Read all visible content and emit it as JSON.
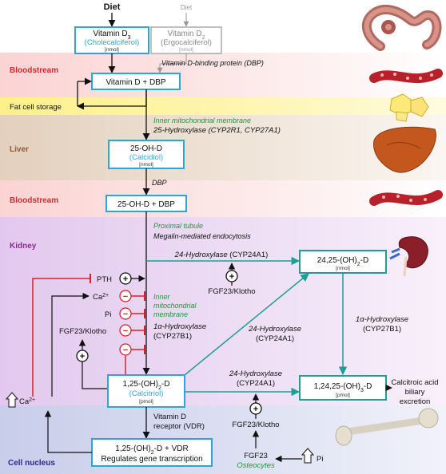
{
  "bands": {
    "bloodstream1": "Bloodstream",
    "fat": "Fat cell storage",
    "liver": "Liver",
    "bloodstream2": "Bloodstream",
    "kidney": "Kidney",
    "nucleus": "Cell nucleus"
  },
  "inputs": {
    "diet_main": "Diet",
    "diet_faded": "Diet",
    "vitd3_title": "Vitamin D",
    "vitd3_sub": "3",
    "vitd3_name": "(Cholecalciferol)",
    "vitd3_unit": "[nmol]",
    "vitd2_title": "Vitamin D",
    "vitd2_sub": "2",
    "vitd2_name": "(Ergocalciferol)",
    "vitd2_unit": "[nmol]"
  },
  "nodes": {
    "vitd_dbp": "Vitamin D + DBP",
    "ohd_title": "25-OH-D",
    "ohd_name": "(Calcidiol)",
    "ohd_unit": "[nmol]",
    "ohd_dbp": "25-OH-D + DBP",
    "d2425_prefix": "24,25-(OH)",
    "d2425_sub": "2",
    "d2425_suffix": "-D",
    "d2425_unit": "[nmol]",
    "d125_prefix": "1,25-(OH)",
    "d125_sub": "2",
    "d125_suffix": "-D",
    "d125_name": "(Calcitriol)",
    "d125_unit": "[pmol]",
    "d12425_prefix": "1,24,25-(OH)",
    "d12425_sub": "3",
    "d12425_suffix": "-D",
    "d12425_unit": "[pmol]",
    "vdr_line1_prefix": "1,25-(OH)",
    "vdr_line1_sub": "2",
    "vdr_line1_suffix": "-D + VDR",
    "vdr_line2": "Regulates gene transcription"
  },
  "labels": {
    "dbp_protein": "Vitamin D-binding protein (DBP)",
    "inner_mito": "Inner mitochondrial membrane",
    "hydroxylase25": "25-Hydroxylase (CYP2R1, CYP27A1)",
    "dbp": "DBP",
    "proximal_tubule": "Proximal tubule",
    "megalin": "Megalin-mediated endocytosis",
    "hydroxylase24_top_a": "24-Hydroxylase",
    "hydroxylase24_top_b": " (CYP24A1)",
    "fgf23_klotho_1": "FGF23/Klotho",
    "inner_mito2_l1": "Inner",
    "inner_mito2_l2": "mitochondrial",
    "inner_mito2_l3": "membrane",
    "hydroxylase1a_l1": "1α-Hydroxylase",
    "hydroxylase1a_l2": "(CYP27B1)",
    "hydroxylase24_mid_l1": "24-Hydroxylase",
    "hydroxylase24_mid_l2": "(CYP24A1)",
    "hydroxylase1a_right_l1": "1α-Hydroxylase",
    "hydroxylase1a_right_l2": "(CYP27B1)",
    "hydroxylase24_bot_l1": "24-Hydroxylase",
    "hydroxylase24_bot_l2": "(CYP24A1)",
    "fgf23_klotho_2": "FGF23/Klotho",
    "calcitroic_l1": "Calcitroic acid",
    "calcitroic_l2": "biliary",
    "calcitroic_l3": "excretion",
    "vdr_receptor_l1": "Vitamin D",
    "vdr_receptor_l2": "receptor (VDR)",
    "fgf23": "FGF23",
    "osteocytes": "Osteocytes",
    "pi_bottom": "Pi"
  },
  "regulators": {
    "pth": "PTH",
    "ca_base": "Ca",
    "ca_sup": "2+",
    "pi": "Pi",
    "fgf23_klotho": "FGF23/Klotho",
    "ca_left_base": "Ca",
    "ca_left_sup": "2+"
  },
  "symbols": {
    "plus": "+",
    "minus": "−"
  },
  "colors": {
    "box_blue": "#29a8d8",
    "teal": "#1f9e96",
    "red": "#d6202a",
    "green_italic": "#1a9a3a",
    "band_red": "#d42a2a",
    "band_liver": "#8a5a3a",
    "band_kidney": "#8a2a8a",
    "band_nucleus": "#2a2a8a"
  }
}
